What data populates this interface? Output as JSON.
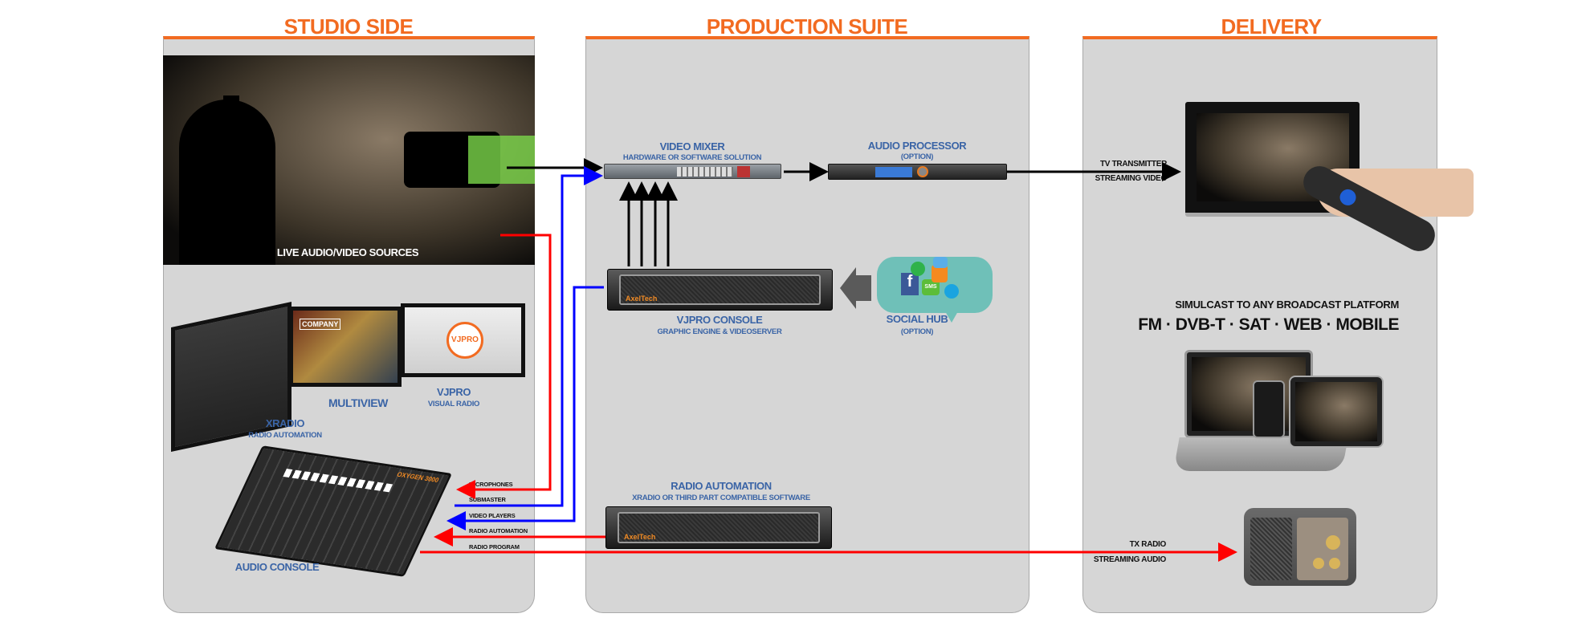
{
  "columns": {
    "studio": {
      "title": "STUDIO SIDE"
    },
    "production": {
      "title": "PRODUCTION SUITE"
    },
    "delivery": {
      "title": "DELIVERY"
    }
  },
  "studio": {
    "sources_label": "LIVE AUDIO/VIDEO SOURCES",
    "xradio": {
      "title": "XRADIO",
      "subtitle": "RADIO AUTOMATION"
    },
    "multiview": {
      "title": "MULTIVIEW"
    },
    "vjpro": {
      "title": "VJPRO",
      "subtitle": "VISUAL RADIO",
      "logo_text": "VJPRO"
    },
    "multiview_screen_text": "COMPANY",
    "audio_console": {
      "title": "AUDIO CONSOLE",
      "model_text": "OXYGEN 3000"
    },
    "signals": [
      "MICROPHONES",
      "SUBMASTER",
      "VIDEO PLAYERS",
      "RADIO AUTOMATION",
      "RADIO PROGRAM"
    ]
  },
  "production": {
    "video_mixer": {
      "title": "VIDEO MIXER",
      "subtitle": "HARDWARE OR SOFTWARE SOLUTION"
    },
    "audio_processor": {
      "title": "AUDIO PROCESSOR",
      "subtitle": "(OPTION)"
    },
    "vjpro_console": {
      "title": "VJPRO CONSOLE",
      "subtitle": "GRAPHIC ENGINE & VIDEOSERVER"
    },
    "social_hub": {
      "title": "SOCIAL HUB",
      "subtitle": "(OPTION)",
      "sms": "SMS"
    },
    "radio_automation": {
      "title": "RADIO AUTOMATION",
      "subtitle": "XRADIO OR THIRD PART COMPATIBLE SOFTWARE"
    },
    "brand": "AxelTech"
  },
  "delivery": {
    "tv_line1": "TV TRANSMITTER",
    "tv_line2": "STREAMING VIDEO",
    "simulcast": "SIMULCAST TO ANY BROADCAST PLATFORM",
    "platforms": "FM · DVB-T · SAT · WEB · MOBILE",
    "radio_line1": "TX RADIO",
    "radio_line2": "STREAMING AUDIO"
  },
  "colors": {
    "accent": "#f26b21",
    "label_blue": "#3a64a6",
    "audio_line": "#ff0000",
    "video_line": "#0000ff",
    "panel": "#d6d6d6"
  }
}
